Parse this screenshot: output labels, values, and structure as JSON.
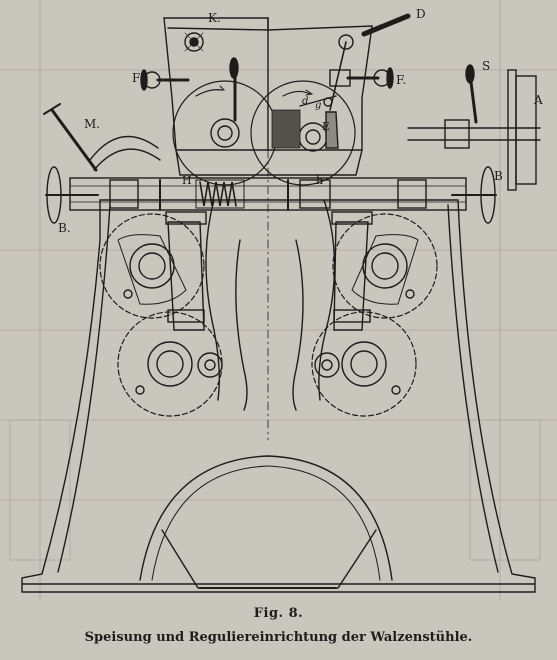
{
  "figure": {
    "number": "Fig. 8.",
    "title": "Speisung und Reguliereinrichtung der Walzenstühle."
  },
  "labels": {
    "K": "K.",
    "D": "D",
    "F_left": "F",
    "F_right": "F.",
    "S": "S",
    "A": "A",
    "M": "M.",
    "B_left": "B.",
    "B_right": "B",
    "H_left": "H",
    "H_right": "h",
    "E": "E",
    "d": "d",
    "g": "g"
  },
  "colors": {
    "paper": "#c9c6bd",
    "ink": "#1e1d1b"
  }
}
